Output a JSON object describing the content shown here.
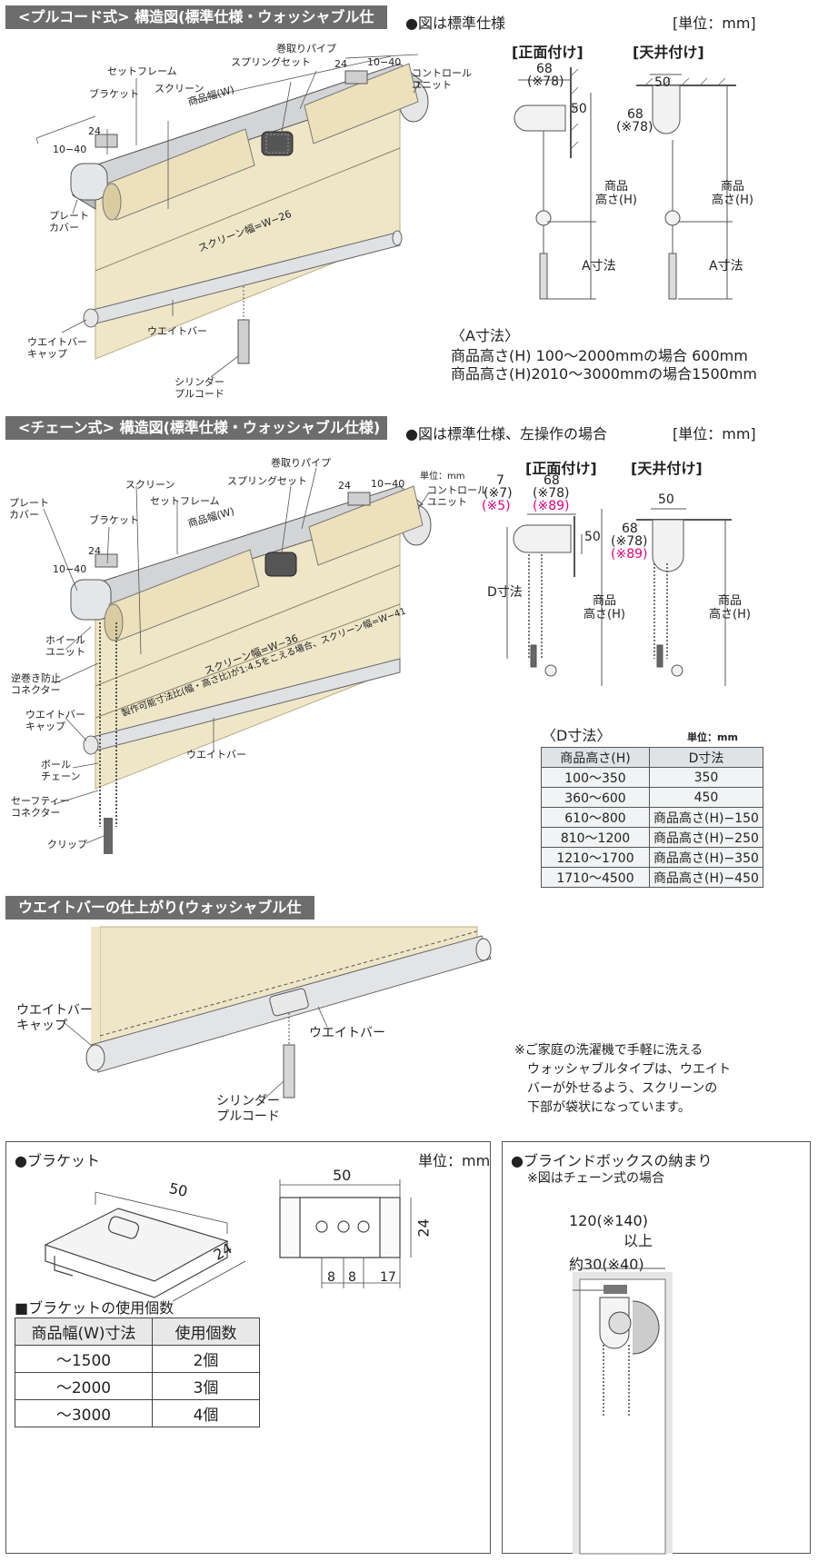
{
  "pull": {
    "title": "<プルコード式> 構造図(標準仕様・ウォッシャブル仕様)",
    "note": "●図は標準仕様",
    "unit": "[単位：mm]",
    "labels": {
      "set_frame": "セットフレーム",
      "bracket": "ブラケット",
      "screen": "スクリーン",
      "width": "商品幅(W)",
      "spring": "スプリングセット",
      "pipe": "巻取りパイプ",
      "control": "コントロール\nユニット",
      "plate": "プレート\nカバー",
      "screen_w": "スクリーン幅=W−26",
      "weightbar": "ウエイトバー",
      "wb_cap": "ウエイトバー\nキャップ",
      "cylinder": "シリンダー\nプルコード",
      "d24a": "24",
      "d1040a": "10−40",
      "d24b": "24",
      "d1040b": "10−40"
    },
    "front": {
      "title": "[正面付け]",
      "d68": "68",
      "d78": "(※78)",
      "d50": "50",
      "h": "商品\n高さ(H)",
      "a": "A寸法"
    },
    "ceil": {
      "title": "[天井付け]",
      "d50": "50",
      "d68": "68",
      "d78": "(※78)",
      "h": "商品\n高さ(H)",
      "a": "A寸法"
    },
    "a_title": "〈A寸法〉",
    "a_line1": "商品高さ(H) 100〜2000mmの場合 600mm",
    "a_line2": "商品高さ(H)2010〜3000mmの場合1500mm"
  },
  "chain": {
    "title": "<チェーン式> 構造図(標準仕様・ウォッシャブル仕様)",
    "note": "●図は標準仕様、左操作の場合",
    "unit": "[単位：mm]",
    "labels": {
      "plate": "プレート\nカバー",
      "bracket": "ブラケット",
      "screen": "スクリーン",
      "set_frame": "セットフレーム",
      "width": "商品幅(W)",
      "spring": "スプリングセット",
      "pipe": "巻取りパイプ",
      "unit_mm": "単位：mm",
      "control": "コントロール\nユニット",
      "wheel": "ホイール\nユニット",
      "screen_w": "スクリーン幅=W−36",
      "ratio": "製作可能寸法比(幅・高さ比)が1:4.5をこえる場合、スクリーン幅=W−41",
      "reverse": "逆巻き防止\nコネクター",
      "wb_cap": "ウエイトバー\nキャップ",
      "weightbar": "ウエイトバー",
      "ball": "ボール\nチェーン",
      "safety": "セーフティー\nコネクター",
      "clip": "クリップ",
      "d24a": "24",
      "d1040a": "10−40",
      "d24b": "24",
      "d1040b": "10−40"
    },
    "front": {
      "title": "[正面付け]",
      "d7": "7",
      "d7s": "(※7)",
      "d5s": "(※5)",
      "d68": "68",
      "d78": "(※78)",
      "d89": "(※89)",
      "d50": "50",
      "d": "D寸法",
      "h": "商品\n高さ(H)"
    },
    "ceil": {
      "title": "[天井付け]",
      "d50": "50",
      "d68": "68",
      "d78": "(※78)",
      "d89": "(※89)",
      "h": "商品\n高さ(H)"
    },
    "d_table": {
      "title": "〈D寸法〉",
      "unit": "単位：mm",
      "headers": [
        "商品高さ(H)",
        "D寸法"
      ],
      "rows": [
        [
          "100〜350",
          "350"
        ],
        [
          "360〜600",
          "450"
        ],
        [
          "610〜800",
          "商品高さ(H)−150"
        ],
        [
          "810〜1200",
          "商品高さ(H)−250"
        ],
        [
          "1210〜1700",
          "商品高さ(H)−350"
        ],
        [
          "1710〜4500",
          "商品高さ(H)−450"
        ]
      ]
    }
  },
  "wb": {
    "title": "ウエイトバーの仕上がり(ウォッシャブル仕様)",
    "cap": "ウエイトバー\nキャップ",
    "bar": "ウエイトバー",
    "cylinder": "シリンダー\nプルコード",
    "note": "※ご家庭の洗濯機で手軽に洗える\n　ウォッシャブルタイプは、ウエイト\n　バーが外せるよう、スクリーンの\n　下部が袋状になっています。"
  },
  "bracket": {
    "title": "●ブラケット",
    "unit": "単位：mm",
    "d50a": "50",
    "d24a": "24",
    "d50b": "50",
    "d24b": "24",
    "d8a": "8",
    "d8b": "8",
    "d17": "17",
    "count_title": "■ブラケットの使用個数",
    "headers": [
      "商品幅(W)寸法",
      "使用個数"
    ],
    "rows": [
      [
        "〜1500",
        "2個"
      ],
      [
        "〜2000",
        "3個"
      ],
      [
        "〜3000",
        "4個"
      ]
    ]
  },
  "box": {
    "title": "●ブラインドボックスの納まり",
    "sub": "※図はチェーン式の場合",
    "d120": "120(※140)",
    "above": "以上",
    "d30": "約30(※40)"
  }
}
